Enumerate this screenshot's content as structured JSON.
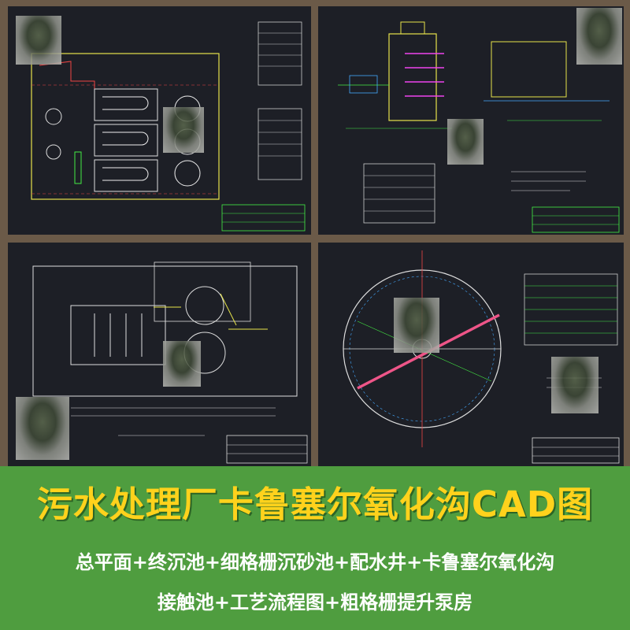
{
  "banner": {
    "title": "污水处理厂卡鲁塞尔氧化沟CAD图",
    "subtitle_line1": "总平面+终沉池+细格栅沉砂池+配水井+卡鲁塞尔氧化沟",
    "subtitle_line2": "接触池+工艺流程图+粗格栅提升泵房"
  },
  "colors": {
    "frame": "#6b5a48",
    "cad_bg": "#1d1f26",
    "banner_bg": "#4f9d3f",
    "title": "#ffd21c",
    "subtitle": "#ffffff"
  }
}
